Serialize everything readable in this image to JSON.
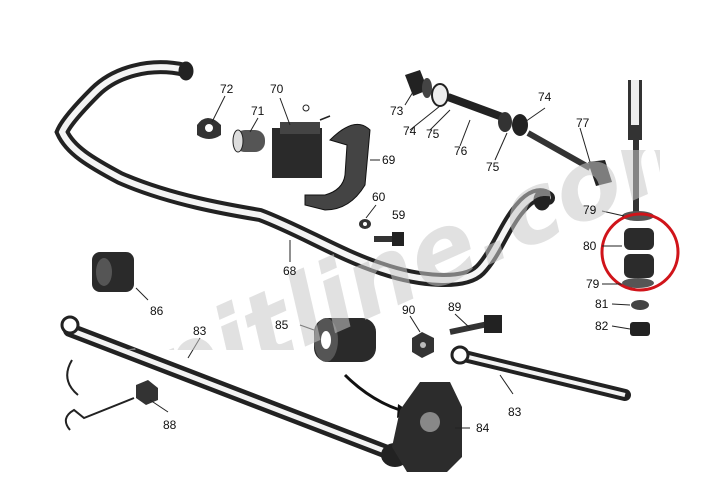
{
  "labels": {
    "p72": "72",
    "p70": "70",
    "p71": "71",
    "p69": "69",
    "p60": "60",
    "p59": "59",
    "p68": "68",
    "p73": "73",
    "p74a": "74",
    "p75a": "75",
    "p76": "76",
    "p75b": "75",
    "p74b": "74",
    "p77": "77",
    "p79a": "79",
    "p80": "80",
    "p79b": "79",
    "p81": "81",
    "p82": "82",
    "p86": "86",
    "p85": "85",
    "p83a": "83",
    "p90": "90",
    "p89": "89",
    "p83b": "83",
    "p88": "88",
    "p84": "84"
  },
  "watermark": {
    "text": "Spitline.com",
    "color": "#c8c8c8"
  },
  "highlight": {
    "color": "#d0141a"
  }
}
